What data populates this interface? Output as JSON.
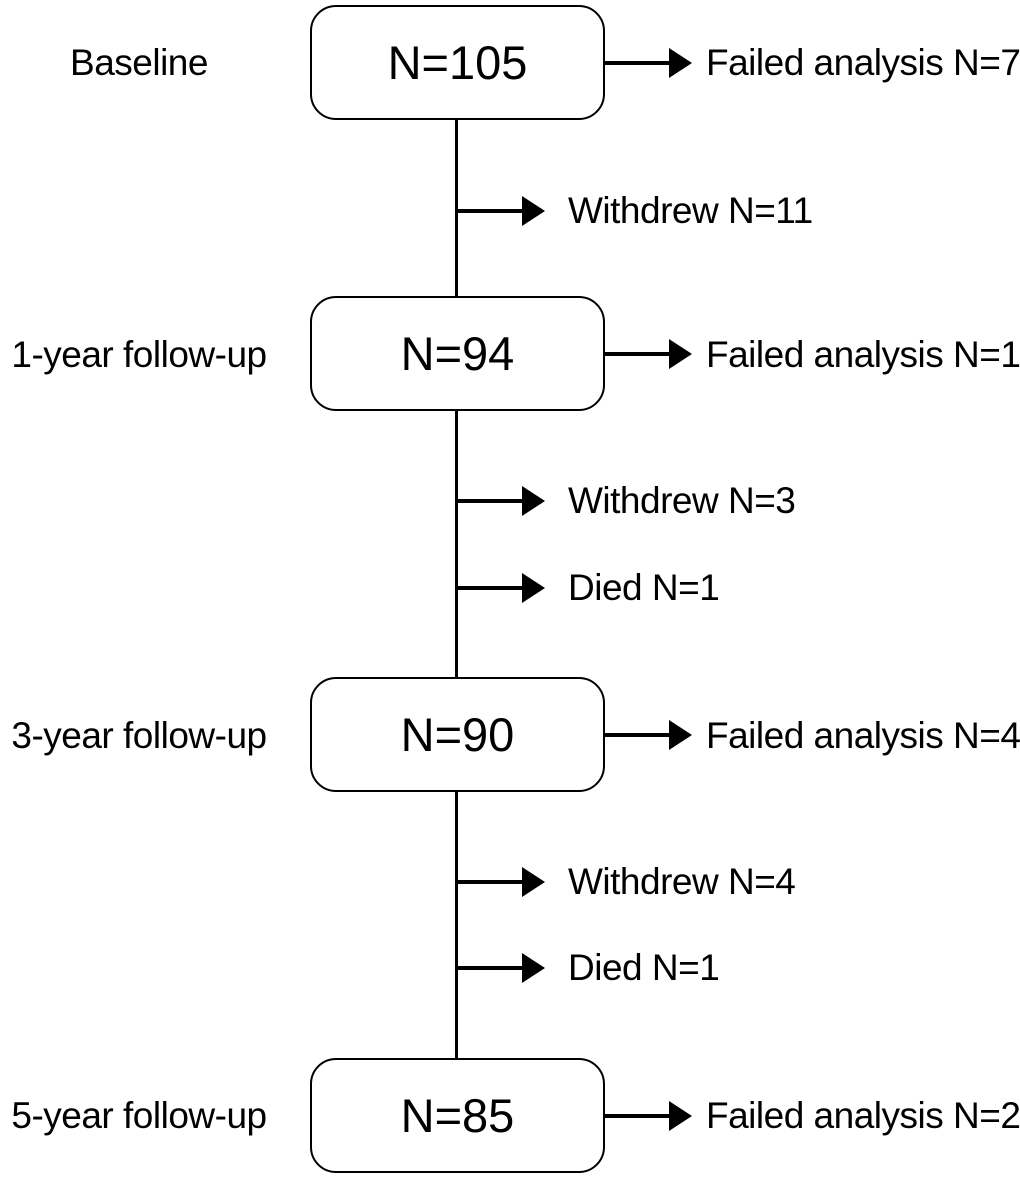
{
  "diagram": {
    "type": "flowchart",
    "background_color": "#ffffff",
    "line_color": "#000000",
    "text_color": "#000000",
    "box_fill_color": "#ffffff",
    "stages": [
      {
        "label": "Baseline",
        "count": "N=105",
        "right_exit": "Failed analysis N=7"
      },
      {
        "label": "1-year follow-up",
        "count": "N=94",
        "right_exit": "Failed analysis N=1"
      },
      {
        "label": "3-year follow-up",
        "count": "N=90",
        "right_exit": "Failed analysis N=4"
      },
      {
        "label": "5-year follow-up",
        "count": "N=85",
        "right_exit": "Failed analysis N=2"
      }
    ],
    "side_exits": [
      {
        "label": "Withdrew N=11",
        "after_stage": "Baseline"
      },
      {
        "label": "Withdrew N=3",
        "after_stage": "1-year follow-up"
      },
      {
        "label": "Died N=1",
        "after_stage": "1-year follow-up"
      },
      {
        "label": "Withdrew N=4",
        "after_stage": "3-year follow-up"
      },
      {
        "label": "Died N=1",
        "after_stage": "3-year follow-up"
      }
    ]
  }
}
